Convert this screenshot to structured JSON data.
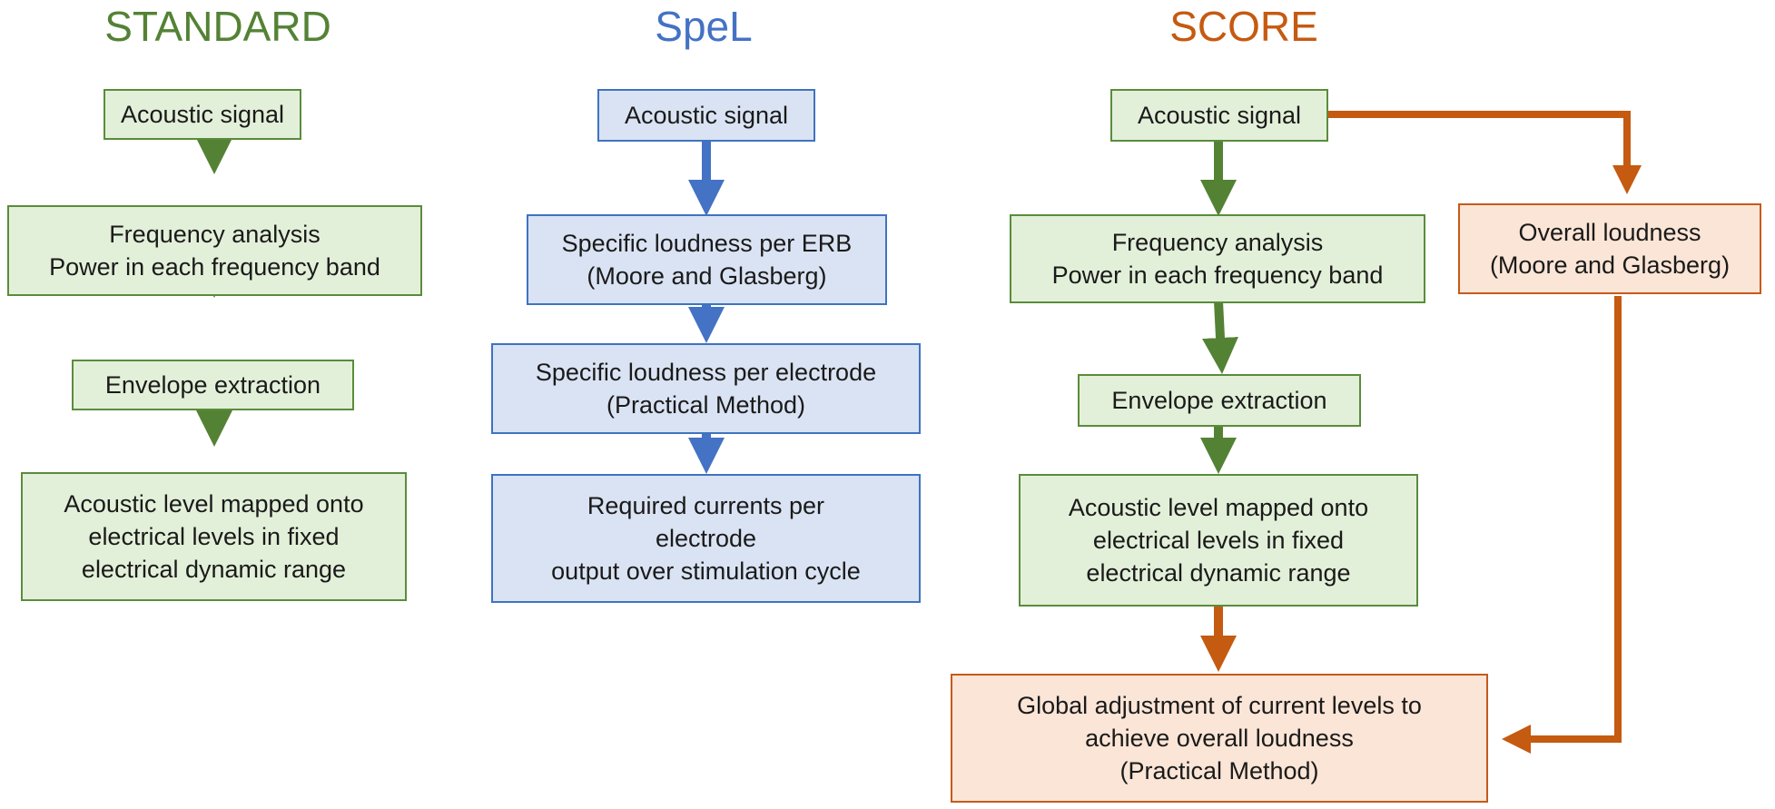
{
  "colors": {
    "standard": "#548235",
    "spel": "#4472c4",
    "score": "#c55a11"
  },
  "standard": {
    "title": "STANDARD",
    "boxes": [
      "Acoustic signal",
      "Frequency analysis\nPower in each frequency band",
      "Envelope extraction",
      "Acoustic level mapped onto\nelectrical levels in fixed\nelectrical dynamic range"
    ]
  },
  "spel": {
    "title": "SpeL",
    "boxes": [
      "Acoustic signal",
      "Specific loudness per ERB\n(Moore and Glasberg)",
      "Specific loudness per electrode\n(Practical Method)",
      "Required currents per\nelectrode\noutput over stimulation cycle"
    ]
  },
  "score": {
    "title": "SCORE",
    "boxes": [
      "Acoustic signal",
      "Frequency analysis\nPower in each frequency band",
      "Envelope extraction",
      "Acoustic level mapped onto\nelectrical levels in fixed\nelectrical dynamic range",
      "Global adjustment of current levels to\nachieve overall loudness\n(Practical Method)"
    ],
    "side_box": "Overall loudness\n(Moore and Glasberg)"
  }
}
